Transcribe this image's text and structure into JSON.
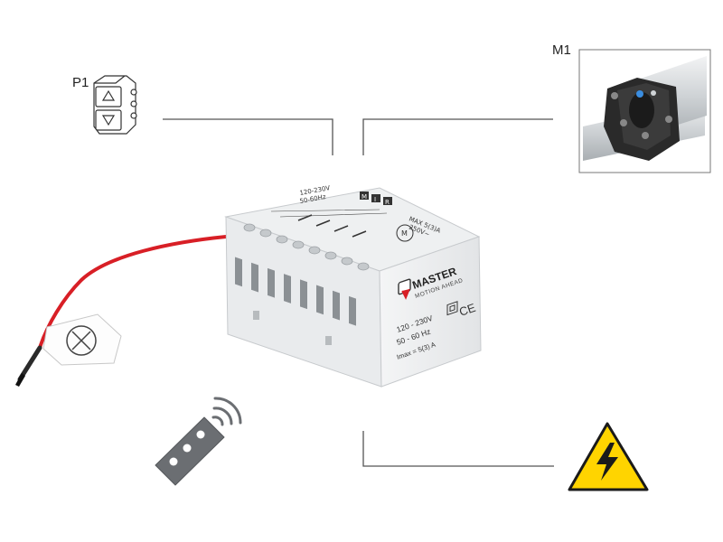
{
  "labels": {
    "p1": "P1",
    "m1": "M1"
  },
  "device": {
    "brand": "MASTER",
    "tagline": "MOTION AHEAD",
    "voltage": "120 - 230V",
    "frequency": "50 - 60 Hz",
    "imax": "Imax = 5(3) A",
    "ce_mark": "CE",
    "top_tab_letters": [
      "M",
      "I",
      "R"
    ],
    "top_voltage": "120-230V",
    "top_frequency": "50-60Hz",
    "top_max": "MAX 5(3)A",
    "top_max2": "250V~",
    "motor_symbol": "M"
  },
  "icons": {
    "remote": "remote-control-icon",
    "hazard": "high-voltage-warning-icon",
    "switch": "up-down-switch-icon",
    "motor": "tubular-motor-icon"
  },
  "colors": {
    "wire_red": "#d81f26",
    "hazard_yellow": "#ffd400",
    "remote_gray": "#6b6e72",
    "line_gray": "#555555"
  }
}
